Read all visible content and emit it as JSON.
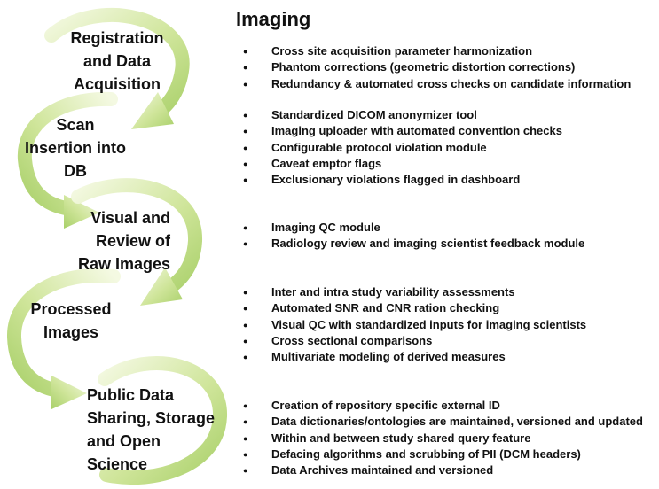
{
  "title": "Imaging",
  "colors": {
    "arrow_light": "#f2f8dc",
    "arrow_mid": "#cfe59a",
    "arrow_dark": "#a9d06a",
    "text": "#111111"
  },
  "stages": [
    {
      "label": "Registration\nand Data\nAcquisition"
    },
    {
      "label": "Scan\nInsertion into\nDB"
    },
    {
      "label": "Visual and\nReview of\nRaw Images"
    },
    {
      "label": "Processed\nImages"
    },
    {
      "label": "Public Data\nSharing, Storage\nand Open\nScience"
    }
  ],
  "groups": [
    {
      "items": [
        "Cross site acquisition parameter harmonization",
        "Phantom corrections (geometric distortion corrections)",
        "Redundancy & automated cross checks on candidate information"
      ]
    },
    {
      "items": [
        "Standardized DICOM anonymizer tool",
        "Imaging uploader with automated convention checks",
        "Configurable protocol violation module",
        "Caveat emptor flags",
        "Exclusionary violations flagged in dashboard"
      ]
    },
    {
      "items": [
        "Imaging QC module",
        "Radiology review and imaging scientist feedback module"
      ]
    },
    {
      "items": [
        "Inter and intra study variability assessments",
        "Automated SNR and CNR ration checking",
        "Visual QC with standardized inputs for imaging scientists",
        "Cross sectional comparisons",
        "Multivariate modeling of derived measures"
      ]
    },
    {
      "items": [
        "Creation of repository specific external ID",
        "Data dictionaries/ontologies are maintained, versioned and updated",
        "Within and between study shared query feature",
        "Defacing algorithms and scrubbing of PII (DCM headers)",
        "Data Archives maintained and versioned"
      ]
    }
  ]
}
